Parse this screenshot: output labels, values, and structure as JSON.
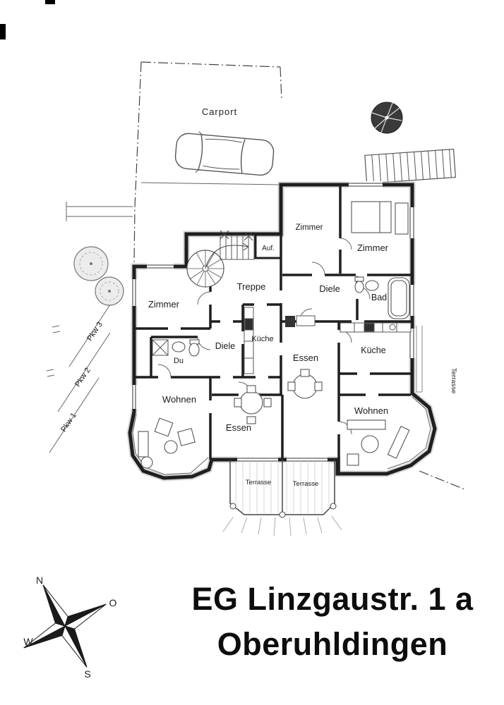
{
  "plan": {
    "labels": {
      "carport": "Carport",
      "zimmer_top": "Zimmer",
      "zimmer_right": "Zimmer",
      "zimmer_left": "Zimmer",
      "auf": "Auf.",
      "treppe": "Treppe",
      "diele_right": "Diele",
      "diele_left": "Diele",
      "bad": "Bad",
      "kueche_small": "Küche",
      "kueche_right": "Küche",
      "du": "Du",
      "essen_center": "Essen",
      "essen_bottom": "Essen",
      "wohnen_left": "Wohnen",
      "wohnen_right": "Wohnen",
      "terrasse_left": "Terrasse",
      "terrasse_right": "Terrasse",
      "terrasse_side": "Terrasse",
      "pkw_1": "Pkw 1",
      "pkw_2": "Pkw 2",
      "pkw_3": "Pkw 3"
    }
  },
  "compass": {
    "north": "N",
    "east": "O",
    "west": "W",
    "south": "S"
  },
  "title": {
    "line1": "EG Linzgaustr. 1 a",
    "line2": "Oberuhldingen"
  }
}
